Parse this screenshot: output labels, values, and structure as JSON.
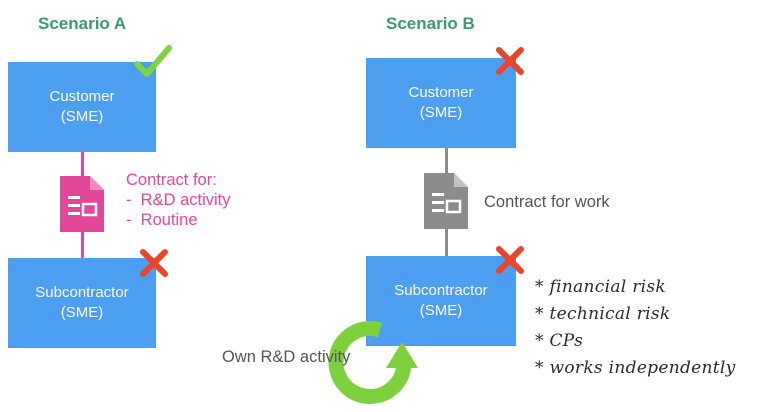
{
  "scenario_a": {
    "title": "Scenario A",
    "customer": {
      "line1": "Customer",
      "line2": "(SME)",
      "status": "check"
    },
    "contract": {
      "heading": "Contract for:",
      "items": [
        "-  R&D activity",
        "-  Routine"
      ]
    },
    "subcontractor": {
      "line1": "Subcontractor",
      "line2": "(SME)",
      "status": "cross"
    }
  },
  "scenario_b": {
    "title": "Scenario B",
    "customer": {
      "line1": "Customer",
      "line2": "(SME)",
      "status": "cross"
    },
    "contract": {
      "label": "Contract for work"
    },
    "subcontractor": {
      "line1": "Subcontractor",
      "line2": "(SME)",
      "status": "cross"
    },
    "loop_label": "Own R&D activity",
    "risks": [
      "* financial risk",
      "* technical risk",
      "* CPs",
      "* works independently"
    ]
  },
  "colors": {
    "title": "#3a9a72",
    "box": "#4b9ef0",
    "contract_a": "#e2479a",
    "contract_b": "#8c8c8c",
    "check": "#7fd43e",
    "cross": "#e8452b",
    "loop": "#7dd13c"
  },
  "icons": {
    "check": "check-icon",
    "cross": "cross-icon",
    "document": "document-icon",
    "cycle": "cycle-arrow-icon"
  }
}
